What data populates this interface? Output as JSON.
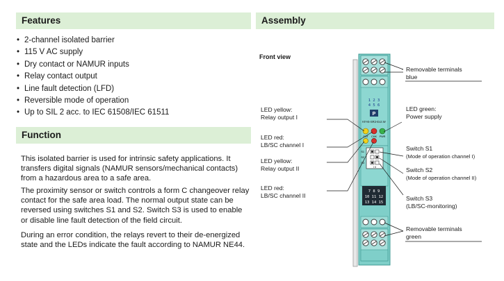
{
  "features": {
    "title": "Features",
    "items": [
      "2-channel isolated barrier",
      "115 V AC supply",
      "Dry contact or NAMUR inputs",
      "Relay contact output",
      "Line fault detection (LFD)",
      "Reversible mode of operation",
      "Up to SIL 2 acc. to IEC 61508/IEC 61511"
    ]
  },
  "function": {
    "title": "Function",
    "paragraphs": [
      "This isolated barrier is used for intrinsic safety applications. It transfers digital signals (NAMUR sensors/mechanical contacts) from a hazardous area to a safe area.",
      "The proximity sensor or switch controls a form C changeover relay contact for the safe area load. The normal output state can be reversed using switches S1 and S2. Switch S3 is used to enable or disable line fault detection of the field circuit.",
      "During an error condition, the relays revert to their de-energized state and the LEDs indicate the fault according to NAMUR NE44."
    ]
  },
  "assembly": {
    "title": "Assembly",
    "front_view": "Front view",
    "left_labels": [
      {
        "line1": "LED yellow:",
        "line2": "Relay output I"
      },
      {
        "line1": "LED red:",
        "line2": "LB/SC channel I"
      },
      {
        "line1": "LED yellow:",
        "line2": "Relay output II"
      },
      {
        "line1": "LED red:",
        "line2": "LB/SC channel II"
      }
    ],
    "right_labels": {
      "removable_blue": {
        "line1": "Removable terminals",
        "line2": "blue"
      },
      "led_green": {
        "line1": "LED green:",
        "line2": "Power supply"
      },
      "s1": {
        "line1": "Switch S1",
        "line2": "(Mode of operation channel I)"
      },
      "s2": {
        "line1": "Switch S2",
        "line2": "(Mode of operation channel II)"
      },
      "s3": {
        "line1": "Switch S3",
        "line2": "(LB/SC-monitoring)"
      },
      "removable_green": {
        "line1": "Removable terminals",
        "line2": "green"
      }
    },
    "device": {
      "model": "KFA5-SR2-Ex2.W",
      "top_terminals_row1": "1  2  3",
      "top_terminals_row2": "4  5  6",
      "bottom_terminals_row1": "7  8  9",
      "bottom_terminals_row2": "10 11 12",
      "bottom_terminals_row3": "13 14 15",
      "led_labels": [
        "OUT",
        "CHK",
        "PWR"
      ],
      "switch_labels": [
        "S1",
        "S2",
        "S3"
      ],
      "switch_io": "I  II",
      "logo": "P"
    },
    "colors": {
      "housing": "#7fcfc9",
      "housing_dark": "#4aa9a2",
      "led_yellow": "#f2d21b",
      "led_red": "#d9302a",
      "led_green": "#38b24a",
      "header_bg": "#dcefd6"
    }
  }
}
